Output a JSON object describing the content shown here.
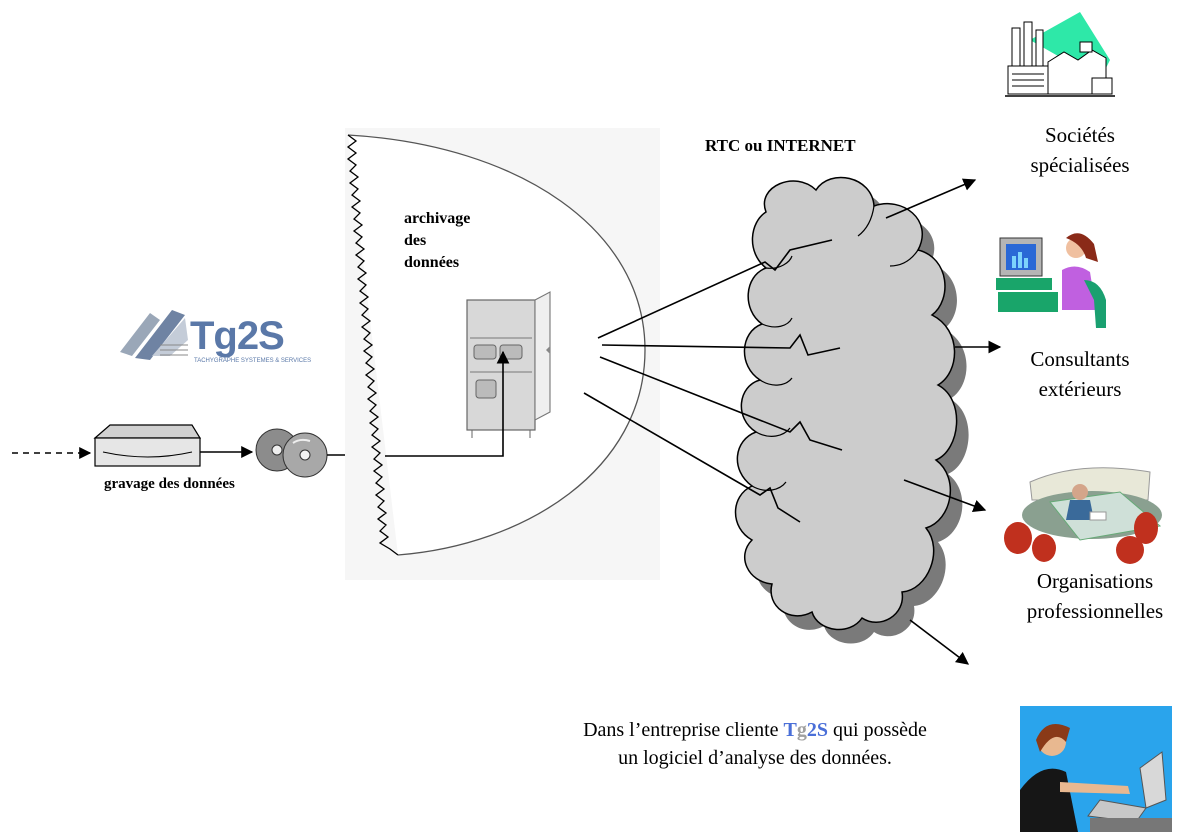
{
  "network": {
    "label": "RTC  ou  INTERNET"
  },
  "archive": {
    "line1": "archivage",
    "line2": "des",
    "line3": "données"
  },
  "engraving": {
    "label": "gravage des données"
  },
  "logo": {
    "text": "Tg2S",
    "tagline": "TACHYGRAPHE SYSTEMES & SERVICES"
  },
  "destinations": {
    "societes": {
      "line1": "Sociétés",
      "line2": "spécialisées"
    },
    "consultants": {
      "line1": "Consultants",
      "line2": "extérieurs"
    },
    "organisations": {
      "line1": "Organisations",
      "line2": "professionnelles"
    }
  },
  "client": {
    "prefix": "Dans l’entreprise cliente ",
    "brand_t": "T",
    "brand_g": "g",
    "brand_2s": "2S",
    "suffix": " qui possède",
    "line2": "un logiciel d’analyse des données."
  },
  "colors": {
    "brand_blue": "#4a6fd8",
    "brand_grey": "#a0a0a0",
    "cloud": "#cccccc",
    "cloud_shadow": "#7a7a7a"
  }
}
